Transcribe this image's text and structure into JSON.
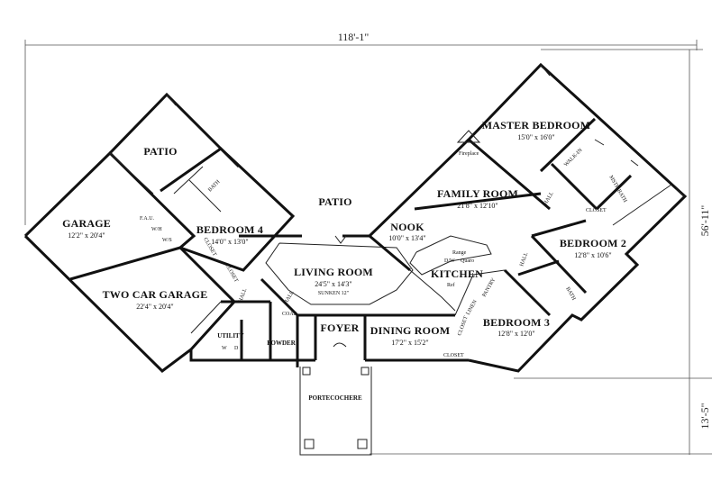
{
  "dimensions": {
    "overall_width": "118'-1\"",
    "right_depth": "56'-11\"",
    "porte_depth": "13'-5\""
  },
  "rooms": {
    "patio_left": {
      "name": "PATIO"
    },
    "patio_center": {
      "name": "PATIO"
    },
    "garage": {
      "name": "GARAGE",
      "size": "12'2\" x 20'4\""
    },
    "two_car_garage": {
      "name": "TWO CAR GARAGE",
      "size": "22'4\" x 20'4\""
    },
    "bedroom4": {
      "name": "BEDROOM 4",
      "size": "14'0\" x 13'0\""
    },
    "living_room": {
      "name": "LIVING ROOM",
      "size": "24'5\" x 14'3\"",
      "note": "SUNKEN 12\""
    },
    "nook": {
      "name": "NOOK",
      "size": "10'0\" x 13'4\""
    },
    "family_room": {
      "name": "FAMILY ROOM",
      "size": "21'8\" x 12'10\""
    },
    "master_bedroom": {
      "name": "MASTER BEDROOM",
      "size": "15'0\" x 16'0\""
    },
    "kitchen": {
      "name": "KITCHEN"
    },
    "bedroom2": {
      "name": "BEDROOM 2",
      "size": "12'8\" x 10'6\""
    },
    "bedroom3": {
      "name": "BEDROOM 3",
      "size": "12'8\" x 12'0\""
    },
    "dining_room": {
      "name": "DINING ROOM",
      "size": "17'2\" x 15'2\""
    },
    "foyer": {
      "name": "FOYER"
    },
    "utility": {
      "name": "UTILITY"
    },
    "powder": {
      "name": "POWDER"
    },
    "portecochere": {
      "name": "PORTECOCHERE"
    }
  },
  "small_labels": {
    "bath_left": "BATH",
    "fau": "F.A.U.",
    "wh": "W/H",
    "ws": "W/S",
    "closet_b4": "CLOSET",
    "closet_b4b": "CLOSET",
    "hall_left": "HALL",
    "hall_left2": "HALL",
    "coat": "COAT",
    "washer": "W",
    "dryer": "D",
    "fireplace": "Fireplace",
    "walk_in": "WALK-IN",
    "mstr_bath": "MSTR BATH",
    "hall_right": "HALL",
    "hall_right2": "HALL",
    "closet_mstr": "CLOSET",
    "bath_right": "BATH",
    "closet_b3": "CLOSET",
    "closet_dining": "CLOSET",
    "range": "Range",
    "dw": "D/W",
    "quaro": "Quaro",
    "ref": "Ref",
    "pantry": "PANTRY",
    "linen": "LINEN"
  },
  "colors": {
    "wall": "#111111",
    "dimension": "#555555",
    "background": "#ffffff"
  }
}
